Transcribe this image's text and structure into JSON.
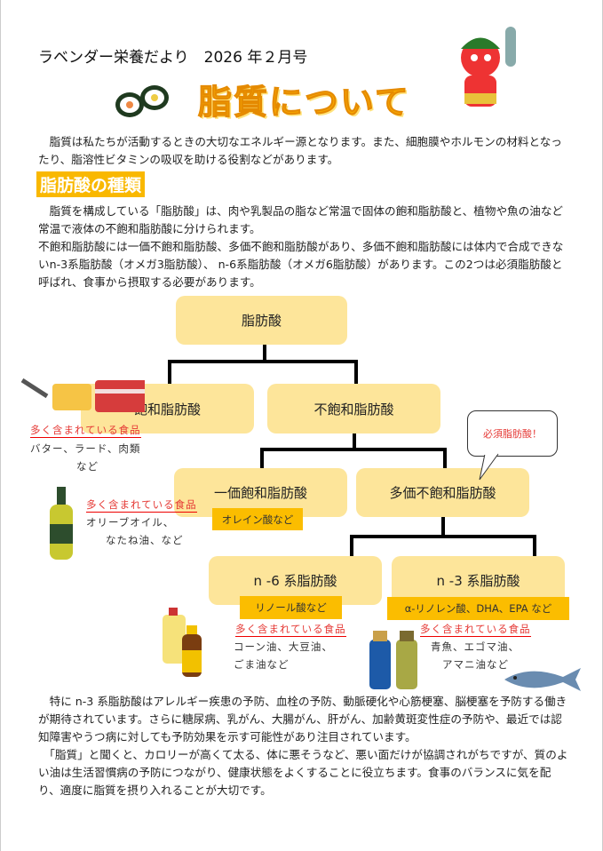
{
  "header": {
    "newsletter": "ラベンダー栄養だより　2026 年２月号",
    "title": "脂質について"
  },
  "intro": "　脂質は私たちが活動するときの大切なエネルギー源となります。また、細胞膜やホルモンの材料となったり、脂溶性ビタミンの吸収を助ける役割などがあります。",
  "section_title": "脂肪酸の種類",
  "section_p1": "　脂質を構成している「脂肪酸」は、肉や乳製品の脂など常温で固体の飽和脂肪酸と、植物や魚の油など常温で液体の不飽和脂肪酸に分けられます。",
  "section_p2": "不飽和脂肪酸には一価不飽和脂肪酸、多価不飽和脂肪酸があり、多価不飽和脂肪酸には体内で合成できないn-3系脂肪酸（オメガ3脂肪酸）、 n-6系脂肪酸（オメガ6脂肪酸）があります。この2つは必須脂肪酸と呼ばれ、食事から摂取する必要があります。",
  "diagram": {
    "root": "脂肪酸",
    "saturated": "飽和脂肪酸",
    "unsaturated": "不飽和脂肪酸",
    "mono": "一価飽和脂肪酸",
    "poly": "多価不飽和脂肪酸",
    "n6": "n -6 系脂肪酸",
    "n3": "n -3 系脂肪酸",
    "mono_tag": "オレイン酸など",
    "n6_tag": "リノール酸など",
    "n3_tag": "α-リノレン酸、DHA、EPA など",
    "bubble": "必須脂肪酸！",
    "foods_label": "多く含まれている食品",
    "sat_foods": [
      "バター、ラード、肉類",
      "など"
    ],
    "mono_foods": [
      "オリーブオイル、",
      "なたね油、など"
    ],
    "n6_foods": [
      "コーン油、大豆油、",
      "ごま油など"
    ],
    "n3_foods": [
      "青魚、エゴマ油、",
      "アマニ油など"
    ]
  },
  "closing_p1": "　特に n-3 系脂肪酸はアレルギー疾患の予防、血栓の予防、動脈硬化や心筋梗塞、脳梗塞を予防する働きが期待されています。さらに糖尿病、乳がん、大腸がん、肝がん、加齢黄斑変性症の予防や、最近では認知障害やうつ病に対しても予防効果を示す可能性があり注目されています。",
  "closing_p2": "　「脂質」と聞くと、カロリーが高くて太る、体に悪そうなど、悪い面だけが協調されがちですが、質のよい油は生活習慣病の予防につながり、健康状態をよくすることに役立ちます。食事のバランスに気を配り、適度に脂質を摂り入れることが大切です。"
}
